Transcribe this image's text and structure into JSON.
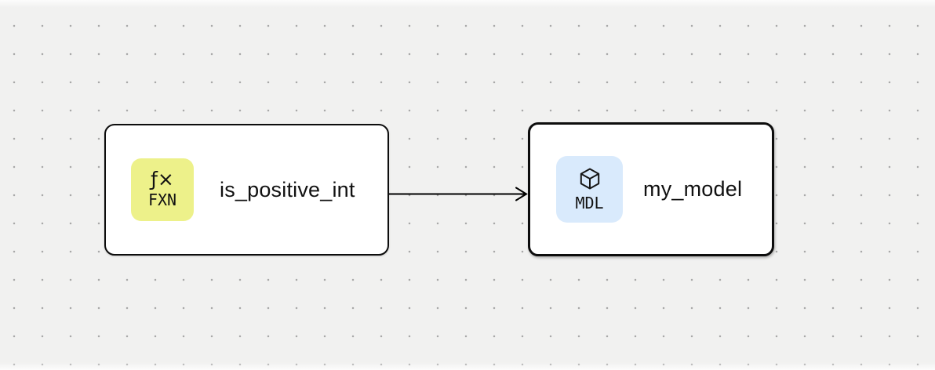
{
  "canvas": {
    "kind": "dag-graph-canvas",
    "background_color": "#f1f1f0",
    "dot_color": "#a9a9a9"
  },
  "colors": {
    "node_background": "#ffffff",
    "node_border": "#0d0d0d",
    "edge": "#000000",
    "function_badge_background": "#edf18a",
    "model_badge_background": "#d9eafc",
    "text": "#111111"
  },
  "nodes": [
    {
      "id": "is_positive_int",
      "label": "is_positive_int",
      "badge": {
        "glyph": "ƒ×",
        "text": "FXN",
        "background": "#edf18a"
      },
      "selected": false
    },
    {
      "id": "my_model",
      "label": "my_model",
      "badge": {
        "icon": "cube-icon",
        "text": "MDL",
        "background": "#d9eafc"
      },
      "selected": true
    }
  ],
  "edges": [
    {
      "from": "is_positive_int",
      "to": "my_model"
    }
  ]
}
